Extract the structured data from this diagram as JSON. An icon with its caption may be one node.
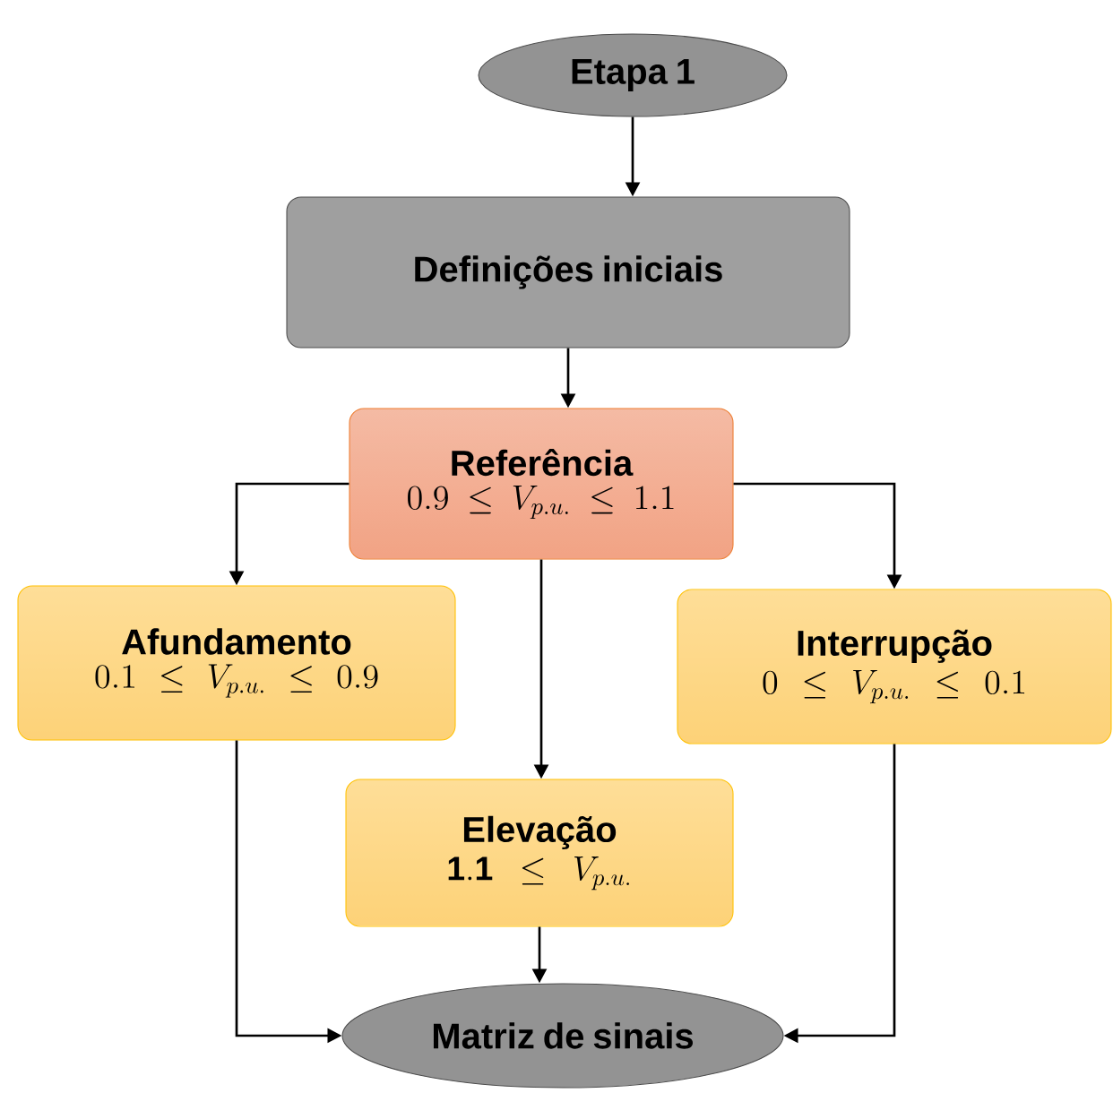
{
  "diagram": {
    "nodes": [
      {
        "text": [
          "Etapa 1"
        ]
      },
      {
        "text": [
          "Definições iniciais"
        ]
      },
      {
        "text": [
          "Referência",
          "0.9 \\le V_{p.u.} \\le 1.1"
        ]
      },
      {
        "text": [
          "Afundamento",
          "0.1 \\le V_{p.u.} \\le 0.9"
        ]
      },
      {
        "text": [
          "Interrupção",
          "0 \\le V_{p.u.} \\le 0.1"
        ]
      },
      {
        "text": [
          "Elevação",
          "\\mathbf{1.1} \\le V_{p.u.}"
        ]
      },
      {
        "text": [
          "Matriz de sinais"
        ]
      }
    ],
    "edges": [
      {
        "from": 0,
        "to": 1,
        "arrow": "to"
      },
      {
        "from": 1,
        "to": 2,
        "arrow": "to"
      },
      {
        "from": 2,
        "to": 3,
        "arrow": "to"
      },
      {
        "from": 2,
        "to": 4,
        "arrow": "to"
      },
      {
        "from": 2,
        "to": 5,
        "arrow": "to"
      },
      {
        "from": 3,
        "to": 6,
        "arrow": "to"
      },
      {
        "from": 4,
        "to": 6,
        "arrow": "to"
      },
      {
        "from": 5,
        "to": 6,
        "arrow": "to"
      }
    ]
  }
}
